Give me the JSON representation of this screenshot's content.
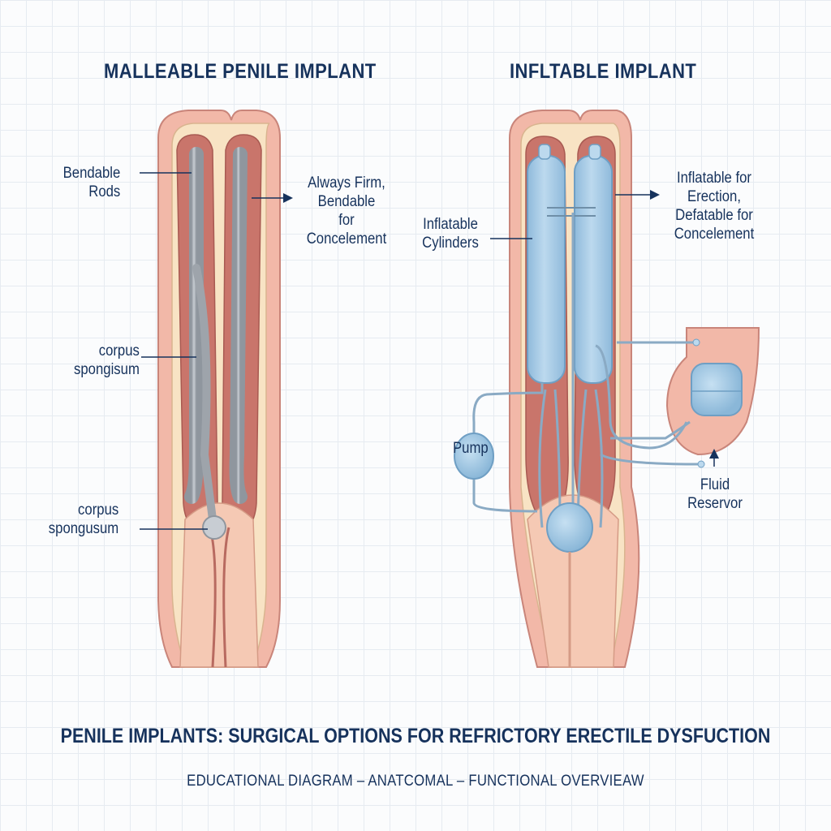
{
  "titles": {
    "left": "MALLEABLE PENILE IMPLANT",
    "right": "INFLTABLE IMPLANT"
  },
  "left_labels": {
    "rods": "Bendable\nRods",
    "firm": "Always Firm,\nBendable\nfor\nConcelement",
    "corpus1": "corpus\nspongisum",
    "corpus2": "corpus\nspongusum"
  },
  "right_labels": {
    "cylinders": "Inflatable\nCylinders",
    "inflatable": "Inflatable for\nErection,\nDefatable for\nConcelement",
    "pump": "Pump",
    "reservoir": "Fluid\nReservor"
  },
  "footer": {
    "title": "PENILE IMPLANTS: SURGICAL OPTIONS FOR REFRICTORY ERECTILE DYSFUCTION",
    "subtitle": "EDUCATIONAL DIAGRAM – ANATCOMAL – FUNCTIONAL OVERVIEAW"
  },
  "colors": {
    "skin": "#f2b8a8",
    "tissue_cream": "#f8e3c4",
    "muscle": "#c9756b",
    "rod_gray": "#a9afb6",
    "cylinder_blue": "#a9cde6",
    "text_navy": "#16325c"
  }
}
